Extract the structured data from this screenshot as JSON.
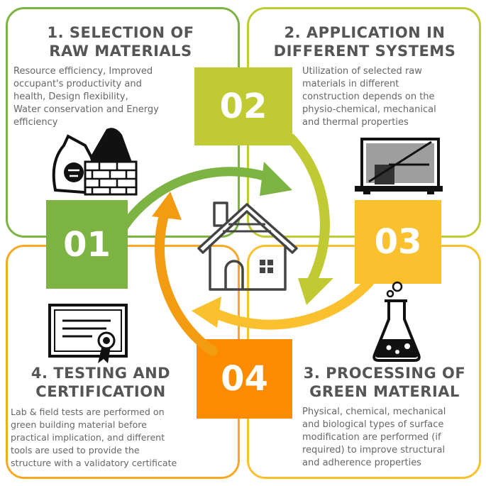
{
  "steps": [
    {
      "number": "01",
      "title_line1": "1. SELECTION OF",
      "title_line2": "RAW MATERIALS",
      "desc_lines": [
        "Resource efficiency, Improved",
        "occupant's productivity and",
        "health, Design flexibility,",
        "Water conservation and Energy",
        "efficiency"
      ],
      "color": "#7cb342"
    },
    {
      "number": "02",
      "title_line1": "2. APPLICATION IN",
      "title_line2": "DIFFERENT SYSTEMS",
      "desc_lines": [
        "Utilization of selected raw",
        "materials in different",
        "construction depends on the",
        "physio-chemical, mechanical",
        "and thermal properties"
      ],
      "color": "#c0ca33"
    },
    {
      "number": "03",
      "title_line1": "3. PROCESSING OF",
      "title_line2": "GREEN MATERIAL",
      "desc_lines": [
        "Physical, chemical, mechanical",
        "and biological types of surface",
        "modification are performed (if",
        "required) to improve structural",
        "and adherence properties"
      ],
      "color": "#fbc02d"
    },
    {
      "number": "04",
      "title_line1": "4. TESTING AND",
      "title_line2": "CERTIFICATION",
      "desc_lines": [
        "Lab & field tests are performed on",
        "green building material before",
        "practical implication, and different",
        "tools are used to provide the",
        "structure with a validatory certificate"
      ],
      "color": "#fb8c00"
    }
  ],
  "icons": {
    "step1": "raw-materials-icon",
    "step2": "construction-system-icon",
    "step3": "flask-icon",
    "step4": "certificate-icon",
    "center": "house-icon"
  }
}
